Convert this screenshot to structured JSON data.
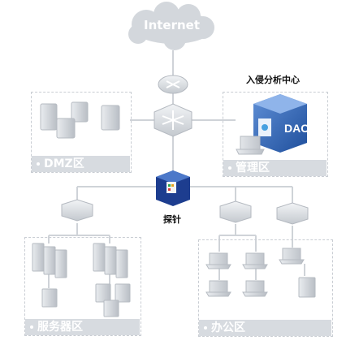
{
  "diagram": {
    "cloud_label": "Internet",
    "center_label": "入侵分析中心",
    "center_badge": "DAC",
    "probe_label": "探针",
    "zones": {
      "dmz": "DMZ区",
      "mgmt": "管理区",
      "server": "服务器区",
      "office": "办公区"
    }
  }
}
